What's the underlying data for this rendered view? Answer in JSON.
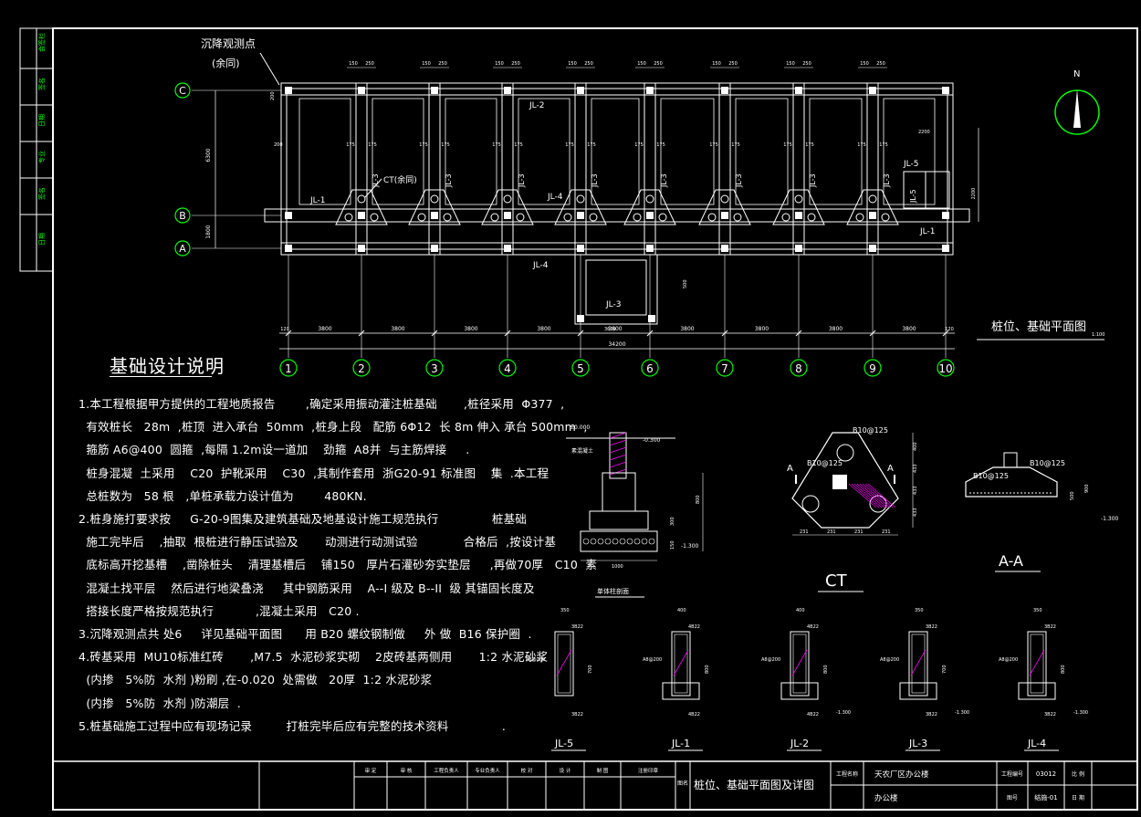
{
  "colors": {
    "background": "#000000",
    "frame": "#ffffff",
    "axis_circle": "#00ff00",
    "wall": "#ffffff",
    "dim": "#ffffff",
    "hatch": "#ff00ff",
    "label": "#ffffff"
  },
  "plan": {
    "title": "桩位、基础平面图",
    "scale": "1:100",
    "settlement_label": "沉降观测点",
    "settlement_sub": "(余同)",
    "ct_label": "CT(余同)",
    "axes_h": [
      "1",
      "2",
      "3",
      "4",
      "5",
      "6",
      "7",
      "8",
      "9",
      "10"
    ],
    "axes_v": [
      "C",
      "B",
      "A"
    ],
    "spans_bottom": [
      "3800",
      "3800",
      "3800",
      "3800",
      "3600",
      "3800",
      "3800",
      "3800",
      "3800"
    ],
    "total_dim": "34200",
    "edge_dim": "120",
    "left_dims": [
      "6300",
      "1800"
    ],
    "right_dims": [
      "2200",
      "2200"
    ],
    "top_dims": [
      "150",
      "250"
    ],
    "beams": {
      "jl1_left": "JL-1",
      "jl1_right": "JL-1",
      "jl2": "JL-2",
      "jl3": "JL-3",
      "jl4": "JL-4",
      "jl4_mid": "JL-4",
      "jl5": "JL-5",
      "jl5_v": "JL-5",
      "jl3_bottom": "JL-3"
    },
    "misc_dims": [
      "200",
      "175",
      "300",
      "3600",
      "2200",
      "500"
    ]
  },
  "notes": {
    "heading": "基础设计说明",
    "lines": [
      "1.本工程根据甲方提供的工程地质报告        ,确定采用振动灌注桩基础       ,桩径采用  Φ377  ,",
      "  有效桩长   28m  ,桩顶  进入承台  50mm  ,桩身上段   配筋 6Φ12  长 8m 伸入 承台 500mm  ,",
      "  箍筋 A6@400  圆箍  ,每隔 1.2m设一道加    劲箍  A8并  与主筋焊接     .",
      "  桩身混凝  土采用    C20  护靴采用    C30  ,其制作套用  浙G20-91 标准图    集  .本工程",
      "  总桩数为   58 根   ,单桩承载力设计值为        480KN.",
      "2.桩身施打要求按     G-20-9图集及建筑基础及地基设计施工规范执行              桩基础",
      "  施工完毕后    ,抽取  根桩进行静压试验及       动测进行动测试验            合格后  ,按设计基",
      "  底标高开挖基槽    ,凿除桩头    清理基槽后    铺150   厚片石灌砂夯实垫层     ,再做70厚   C10  素",
      "  混凝土找平层    然后进行地梁叠浇     其中钢筋采用    A--I 级及 B--II  级 其锚固长度及",
      "  搭接长度严格按规范执行           ,混凝土采用   C20 .",
      "3.沉降观测点共 处6     详见基础平面图      用 B20 螺纹钢制做     外 做  B16 保护圈  .",
      "4.砖基采用  MU10标准红砖       ,M7.5  水泥砂浆实砌    2皮砖基两侧用       1:2 水泥砂浆",
      "  (内掺   5%防  水剂 )粉刷 ,在-0.020  处需做   20厚  1:2 水泥砂浆",
      "  (内掺   5%防  水剂 )防潮层  .",
      "5.桩基础施工过程中应有现场记录         打桩完毕后应有完整的技术资料              ."
    ]
  },
  "section": {
    "title": "单体柱剖面",
    "elev_top": "±0.000",
    "elev_mid": "-0.300",
    "elev_bot": "-1.300",
    "dims": [
      "800",
      "300",
      "150",
      "1000"
    ],
    "label_left": "素混凝土"
  },
  "ct": {
    "title": "CT",
    "rebar1": "B10@125",
    "rebar2": "B10@125",
    "cut": "A",
    "dims_right": [
      "400",
      "433",
      "433",
      "433"
    ],
    "dims_bot": [
      "231",
      "231",
      "231",
      "231"
    ]
  },
  "aa": {
    "title": "A-A",
    "rebar": "B10@125",
    "dims": [
      "500",
      "900"
    ],
    "elev": "-1.300"
  },
  "beam_details": [
    {
      "label": "JL-5",
      "width": "350",
      "top": "3B22",
      "bot": "3B22",
      "stirrup": "A8@200",
      "h": "700"
    },
    {
      "label": "JL-1",
      "width": "400",
      "top": "4B22",
      "bot": "4B22",
      "stirrup": "A8@200",
      "h": "800",
      "elev": ""
    },
    {
      "label": "JL-2",
      "width": "400",
      "top": "4B22",
      "bot": "4B22",
      "stirrup": "A8@200",
      "h": "800",
      "elev": "-1.300"
    },
    {
      "label": "JL-3",
      "width": "350",
      "top": "3B22",
      "bot": "3B22",
      "stirrup": "A8@200",
      "h": "700",
      "elev": "-1.300"
    },
    {
      "label": "JL-4",
      "width": "350",
      "top": "3B22",
      "bot": "3B22",
      "stirrup": "A8@200",
      "h": "800",
      "elev": "-1.300"
    }
  ],
  "titleblock": {
    "sign_cells": [
      "审 定",
      "审 核",
      "工程负责人",
      "专业负责人",
      "校 对",
      "设 计",
      "制 图",
      "注册印章"
    ],
    "drawing_label": "图名",
    "drawing_name": "桩位、基础平面图及详图",
    "project_label": "工程名称",
    "project_name": "天农厂区办公楼",
    "sub_label": "",
    "sub_name": "办公楼",
    "number_label": "工程编号",
    "number": "03012",
    "sheet_label": "图号",
    "sheet": "结施-01",
    "right1": "比 例",
    "right2": "日 期"
  },
  "left_strip": [
    "会签栏",
    "签名",
    "日期",
    "专业",
    "签名",
    "日期"
  ],
  "compass": "N"
}
